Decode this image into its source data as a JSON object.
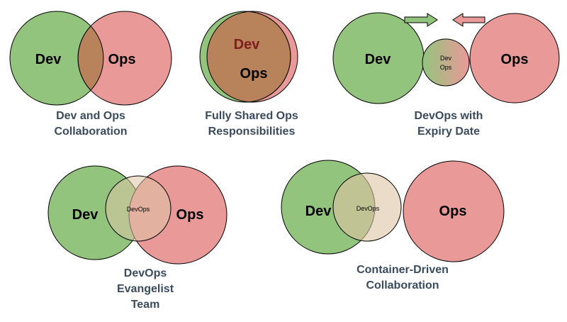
{
  "colors": {
    "dev_fill": "#93c47d",
    "ops_fill": "#ea9999",
    "devops_fill": "#ddc5a5",
    "shared_fill": "#b8825a",
    "outline": "#000000",
    "caption_text": "#3b4a5c",
    "dev_dark_text": "#7f1d1d"
  },
  "labels": {
    "dev": "Dev",
    "ops": "Ops",
    "devops": "DevOps",
    "devops_line1": "Dev",
    "devops_line2": "Ops"
  },
  "captions": {
    "collab": "Dev and Ops\nCollaboration",
    "shared": "Fully Shared Ops\nResponsibilities",
    "expiry": "DevOps with\nExpiry Date",
    "evangelist": "DevOps\nEvangelist\nTeam",
    "container": "Container-Driven\nCollaboration"
  },
  "arrows": {
    "right_icon": "arrow-right-icon",
    "left_icon": "arrow-left-icon"
  }
}
